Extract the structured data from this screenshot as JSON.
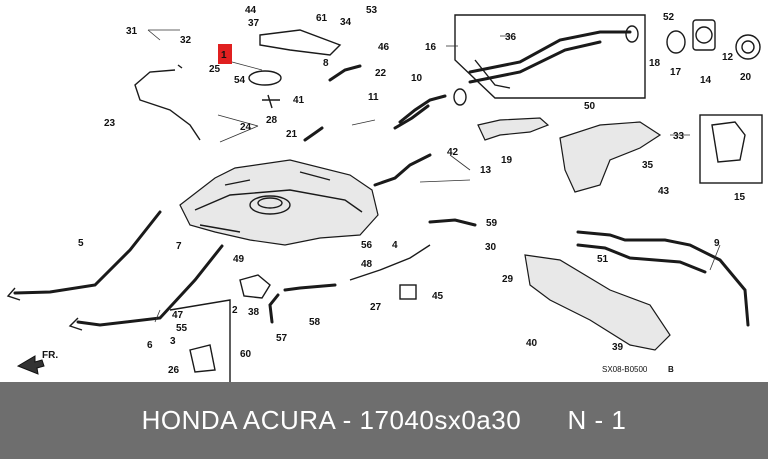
{
  "caption": {
    "brand": "HONDA ACURA",
    "separator": " - ",
    "part_number": "17040sx0a30",
    "page": "N - 1"
  },
  "diagram": {
    "code": "SX08-B0500",
    "code_suffix": "B",
    "direction_label": "FR.",
    "highlight_color": "#e02020",
    "highlighted_callout": "1",
    "callouts": [
      "1",
      "2",
      "3",
      "4",
      "5",
      "6",
      "7",
      "8",
      "9",
      "10",
      "11",
      "12",
      "13",
      "14",
      "15",
      "16",
      "17",
      "18",
      "19",
      "20",
      "21",
      "22",
      "23",
      "24",
      "25",
      "26",
      "27",
      "28",
      "29",
      "30",
      "31",
      "32",
      "33",
      "34",
      "35",
      "36",
      "37",
      "38",
      "39",
      "40",
      "41",
      "42",
      "43",
      "44",
      "45",
      "46",
      "47",
      "48",
      "49",
      "50",
      "51",
      "52",
      "53",
      "54",
      "55",
      "56",
      "57",
      "58",
      "59",
      "60",
      "61"
    ]
  }
}
